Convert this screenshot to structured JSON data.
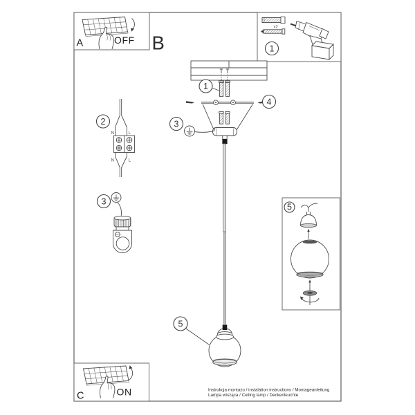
{
  "colors": {
    "background": "#ffffff",
    "line": "#4a4a4a",
    "border": "#5f5f5f"
  },
  "panel_a": {
    "label": "A",
    "state_label": "OFF"
  },
  "section_b": {
    "label": "B"
  },
  "panel_c": {
    "label": "C",
    "state_label": "ON"
  },
  "tools_panel": {
    "step": "1",
    "anchor_qty": "x2"
  },
  "callouts": {
    "anchors_step": "1",
    "connector_step": "2",
    "ground_step_main": "3",
    "ground_step_detail": "3",
    "screws_step": "4",
    "shade_step_main": "5",
    "shade_step_panel": "5"
  },
  "connector_labels": {
    "top_n": "N",
    "top_l": "L",
    "bottom_n": "N",
    "bottom_l": "L"
  },
  "footer": {
    "line1": "Instrukcja montażu / instalation instructions / Montageanleitung",
    "line2": "Lampa wisząca / Ceiling lamp / Deckenleuchte"
  }
}
